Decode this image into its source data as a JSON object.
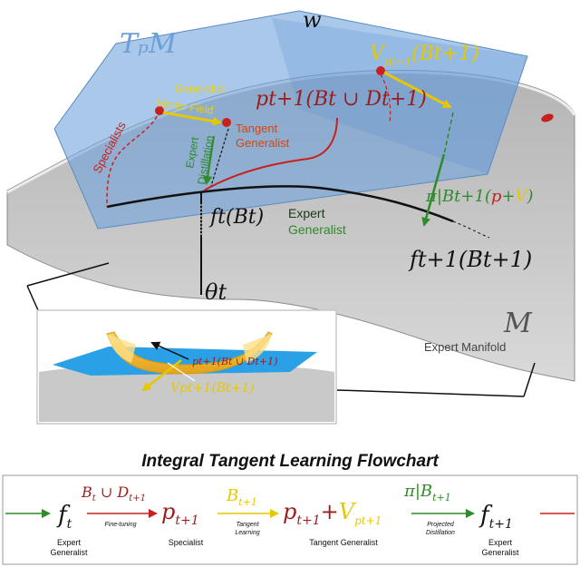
{
  "top": {
    "tangent_plane_label": "TₚM",
    "w_label": "w",
    "velocity_label": "V",
    "velocity_sub": "pt+1",
    "velocity_arg": "(Bt+1)",
    "p_label": "pt+1",
    "p_arg": "(Bt ∪ Dt+1)",
    "generalist_field": [
      "Generalist",
      "Vector Field"
    ],
    "tangent_generalist": [
      "Tangent",
      "Generalist"
    ],
    "specialists": "Specialists",
    "expert_distillation": [
      "Expert",
      "Distillation"
    ],
    "ft_label": "ft(Bt)",
    "expert_generalist": [
      "Expert",
      "Generalist"
    ],
    "pi_label": "π|Bt+1",
    "pi_paren_open": "(",
    "pi_p": "p",
    "pi_plus": "+",
    "pi_v": "V",
    "pi_paren_close": ")",
    "ft1_label": "ft+1(Bt+1)",
    "theta_label": "θt",
    "manifold_label": "M",
    "expert_manifold": "Expert Manifold"
  },
  "inset": {
    "p_label": "pt+1(Bt ∪ Dt+1)",
    "v_label": "Vpt+1(Bt+1)"
  },
  "flowchart": {
    "title": "Integral Tangent Learning Flowchart",
    "nodes": [
      {
        "math": "ft",
        "caption": [
          "Expert",
          "Generalist"
        ]
      },
      {
        "math": "pt+1",
        "caption": [
          "Specialist"
        ]
      },
      {
        "math": "pt+1+Vpt+1",
        "caption": [
          "Tangent Generalist"
        ]
      },
      {
        "math": "ft+1",
        "caption": [
          "Expert",
          "Generalist"
        ]
      }
    ],
    "edges": [
      {
        "above": "Bt ∪ Dt+1",
        "below": [
          "Fine-tuning"
        ]
      },
      {
        "above": "Bt+1",
        "below": [
          "Tangent",
          "Learning"
        ]
      },
      {
        "above": "π|Bt+1",
        "below": [
          "Projected",
          "Distillation"
        ]
      }
    ]
  },
  "colors": {
    "tangent_blue": "#6fa3dc",
    "manifold_gray": "#9a9a9a",
    "red": "#c8201e",
    "yellow": "#e6c800",
    "green": "#2f8a2a",
    "dark_red": "#9b1c1c"
  }
}
